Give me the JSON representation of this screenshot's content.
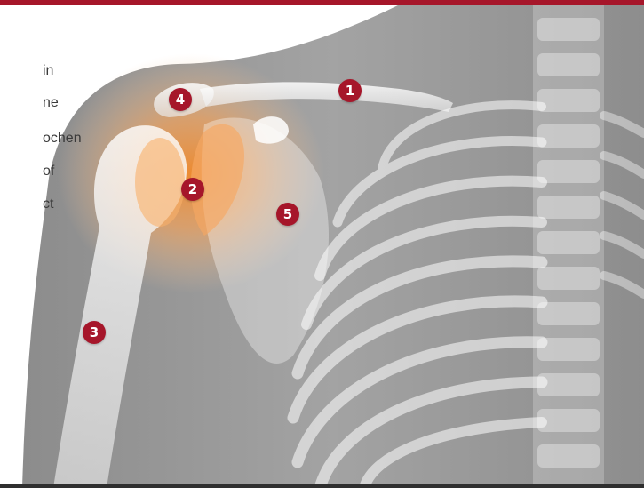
{
  "colors": {
    "accent": "#a6162a",
    "glow": "#f08a2c",
    "text": "#3a3a3a"
  },
  "text_fragments": [
    "in",
    "ne",
    "ochen",
    "of",
    "ct"
  ],
  "markers": [
    {
      "label": "1"
    },
    {
      "label": "2"
    },
    {
      "label": "3"
    },
    {
      "label": "4"
    },
    {
      "label": "5"
    }
  ]
}
